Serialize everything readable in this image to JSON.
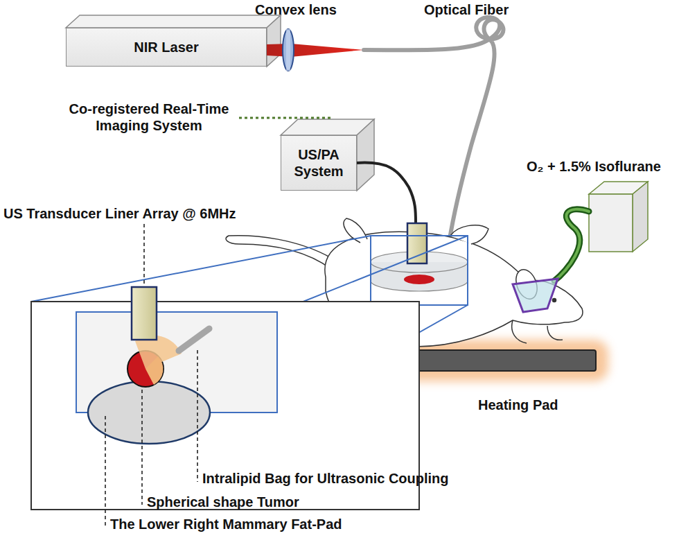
{
  "diagram": {
    "nodes": [
      {
        "text": [
          "NIR Laser"
        ]
      },
      {
        "text": [
          "US/PA System"
        ]
      }
    ],
    "labels": [
      "Convex lens",
      "Optical Fiber",
      "Co-registered Real-Time Imaging System",
      "US Transducer Liner Array @ 6MHz",
      "O₂ + 1.5% Isoflurane",
      "Heating Pad",
      "Intralipid Bag for Ultrasonic Coupling",
      "Spherical shape Tumor",
      "The Lower Right Mammary Fat-Pad"
    ]
  }
}
